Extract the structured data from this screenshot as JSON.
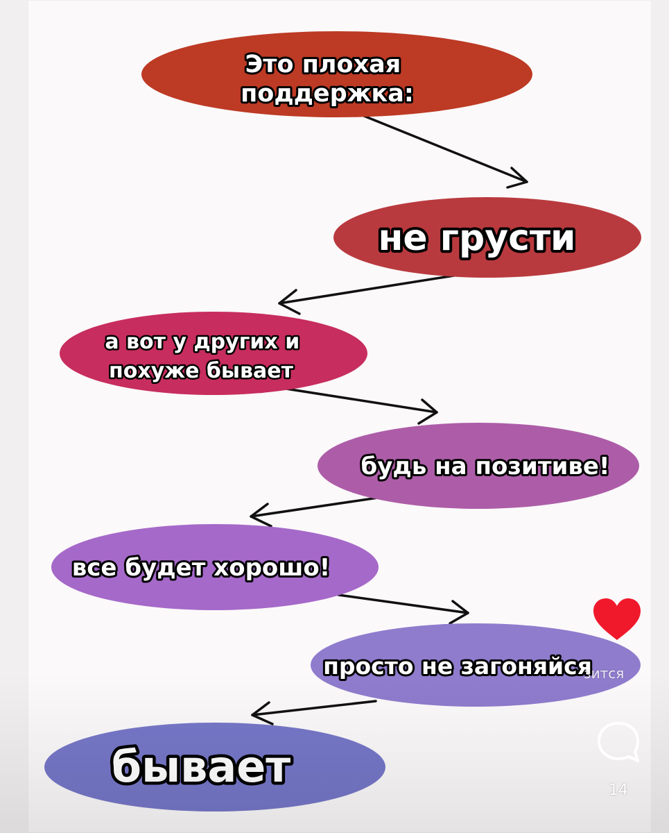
{
  "flowchart": {
    "nodes": [
      {
        "id": "node-1",
        "lines": [
          "Это плохая",
          "поддержка:"
        ],
        "color": "#bd3a24"
      },
      {
        "id": "node-2",
        "lines": [
          "не грусти"
        ],
        "color": "#b93a3e"
      },
      {
        "id": "node-3",
        "lines": [
          "а вот у других и",
          "похуже бывает"
        ],
        "color": "#c72d5e"
      },
      {
        "id": "node-4",
        "lines": [
          "будь на позитиве!"
        ],
        "color": "#ad5da8"
      },
      {
        "id": "node-5",
        "lines": [
          "все будет хорошо!"
        ],
        "color": "#a569c9"
      },
      {
        "id": "node-6",
        "lines": [
          "просто не загоняйся"
        ],
        "color": "#8f7ccd"
      },
      {
        "id": "node-7",
        "lines": [
          "бывает"
        ],
        "color": "#7677c8"
      }
    ]
  },
  "overlay": {
    "caption_fragment": "зится"
  },
  "actions": {
    "like_icon": "heart-icon",
    "like_color": "#f0192c",
    "comment_icon": "comment-bubble-icon",
    "comment_count": "14"
  }
}
